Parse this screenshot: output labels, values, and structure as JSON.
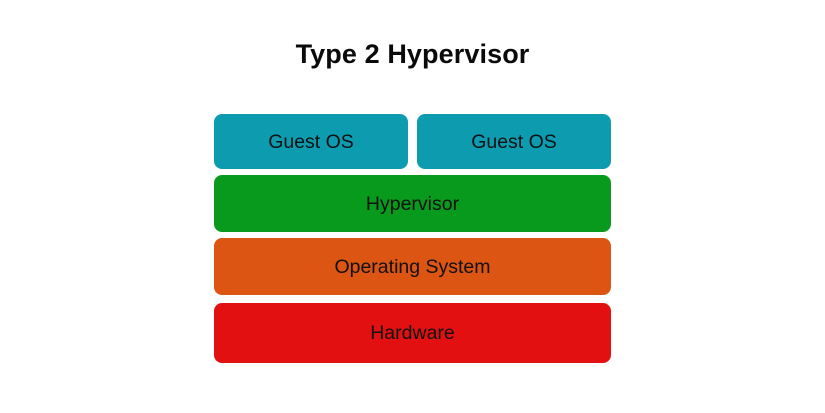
{
  "diagram": {
    "title": "Type 2 Hypervisor",
    "background_color": "#ffffff",
    "title_color": "#0a0a0a",
    "label_color": "#111111",
    "guest_layer": {
      "boxes": [
        {
          "label": "Guest OS",
          "color": "#0d9baf"
        },
        {
          "label": "Guest OS",
          "color": "#0d9baf"
        }
      ]
    },
    "layers": [
      {
        "label": "Hypervisor",
        "color": "#089a1c"
      },
      {
        "label": "Operating System",
        "color": "#dc5512"
      },
      {
        "label": "Hardware",
        "color": "#e21010"
      }
    ]
  }
}
